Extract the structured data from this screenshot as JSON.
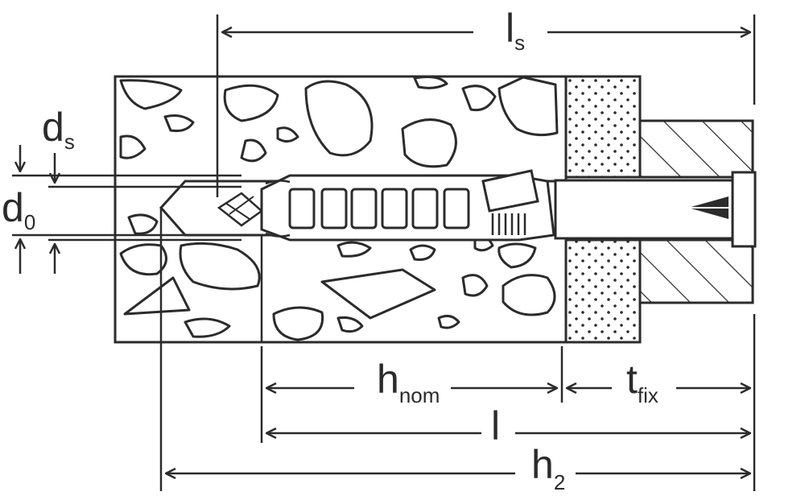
{
  "labels": {
    "ls": {
      "main": "l",
      "sub": "s"
    },
    "ds": {
      "main": "d",
      "sub": "s"
    },
    "d0": {
      "main": "d",
      "sub": "0"
    },
    "hnom": {
      "main": "h",
      "sub": "nom"
    },
    "tfix": {
      "main": "t",
      "sub": "fix"
    },
    "l": {
      "main": "l"
    },
    "h2": {
      "main": "h",
      "sub": "2"
    }
  },
  "colors": {
    "line": "#2b2b2b",
    "background": "#ffffff"
  }
}
